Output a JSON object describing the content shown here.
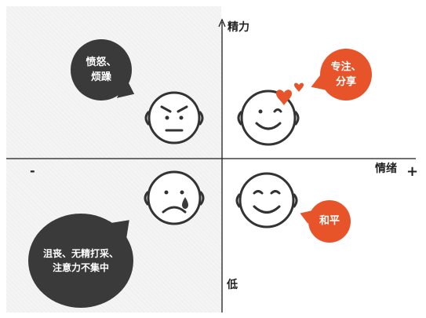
{
  "axes": {
    "y_top_label": "精力",
    "y_bottom_label": "低",
    "x_right_label": "情绪",
    "x_negative_sign": "-",
    "x_positive_sign": "+"
  },
  "quadrants": {
    "high_energy_negative": {
      "face": "angry-face-icon",
      "bubble_lines": [
        "愤怒、",
        "烦躁"
      ],
      "bubble_color": "#3a3a3a"
    },
    "high_energy_positive": {
      "face": "smiling-face-with-hearts-icon",
      "bubble_lines": [
        "专注、",
        "分享"
      ],
      "bubble_color": "#e8542a"
    },
    "low_energy_negative": {
      "face": "crying-face-icon",
      "bubble_lines": [
        "沮丧、无精打采、",
        "注意力不集中"
      ],
      "bubble_color": "#3a3a3a"
    },
    "low_energy_positive": {
      "face": "calm-smiling-face-icon",
      "bubble_lines": [
        "和平"
      ],
      "bubble_color": "#e8542a"
    }
  },
  "colors": {
    "axis": "#1a1a1a",
    "face_outline": "#333333",
    "heart": "#e8542a",
    "tear": "#3a3a3a",
    "shade": "#f4f4f4"
  }
}
